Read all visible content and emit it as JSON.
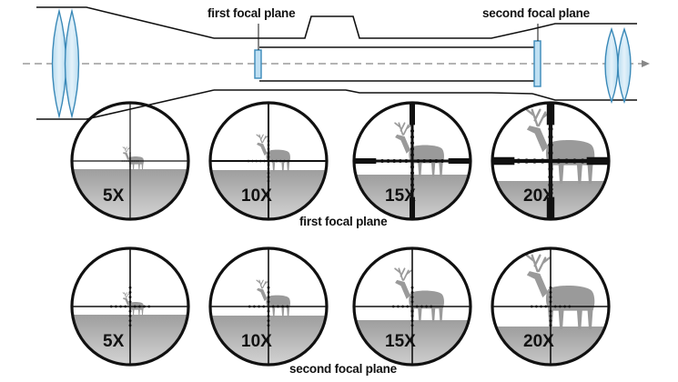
{
  "labels": {
    "scope_first": "first focal plane",
    "scope_second": "second focal plane",
    "row_first": "first focal plane",
    "row_second": "second focal plane"
  },
  "rows": [
    {
      "name": "first focal plane",
      "reticle_scales_with_zoom": true,
      "magnifications": [
        "5X",
        "10X",
        "15X",
        "20X"
      ]
    },
    {
      "name": "second focal plane",
      "reticle_scales_with_zoom": false,
      "magnifications": [
        "5X",
        "10X",
        "15X",
        "20X"
      ]
    }
  ],
  "colors": {
    "outline": "#111111",
    "lens_fill": "#cfe6f4",
    "lens_stroke": "#3a89b8",
    "ground": "#bdbdbd",
    "deer": "#9a9a9a",
    "axis": "#888888"
  }
}
